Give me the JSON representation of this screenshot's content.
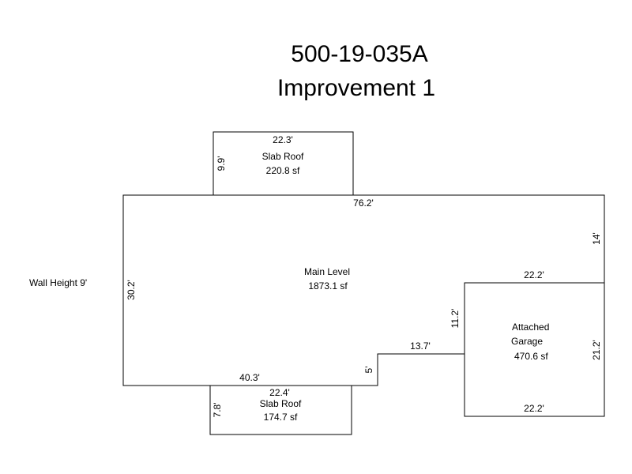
{
  "header": {
    "parcel_id": "500-19-035A",
    "improvement": "Improvement 1"
  },
  "wall_height": "Wall Height 9'",
  "areas": {
    "slab_roof_top": {
      "name": "Slab Roof",
      "area": "220.8 sf",
      "dims": [
        "22.3'",
        "9.9'"
      ]
    },
    "main_level": {
      "name": "Main Level",
      "area": "1873.1 sf",
      "dims": [
        "76.2'",
        "14'",
        "30.2'",
        "40.3'",
        "5'",
        "13.7'",
        "11.2'"
      ]
    },
    "garage": {
      "name_line1": "Attached",
      "name_line2": "Garage",
      "area": "470.6 sf",
      "dims": [
        "22.2'",
        "21.2'",
        "22.2'"
      ]
    },
    "slab_roof_bottom": {
      "name": "Slab Roof",
      "area": "174.7 sf",
      "dims": [
        "22.4'",
        "7.8'"
      ]
    }
  }
}
